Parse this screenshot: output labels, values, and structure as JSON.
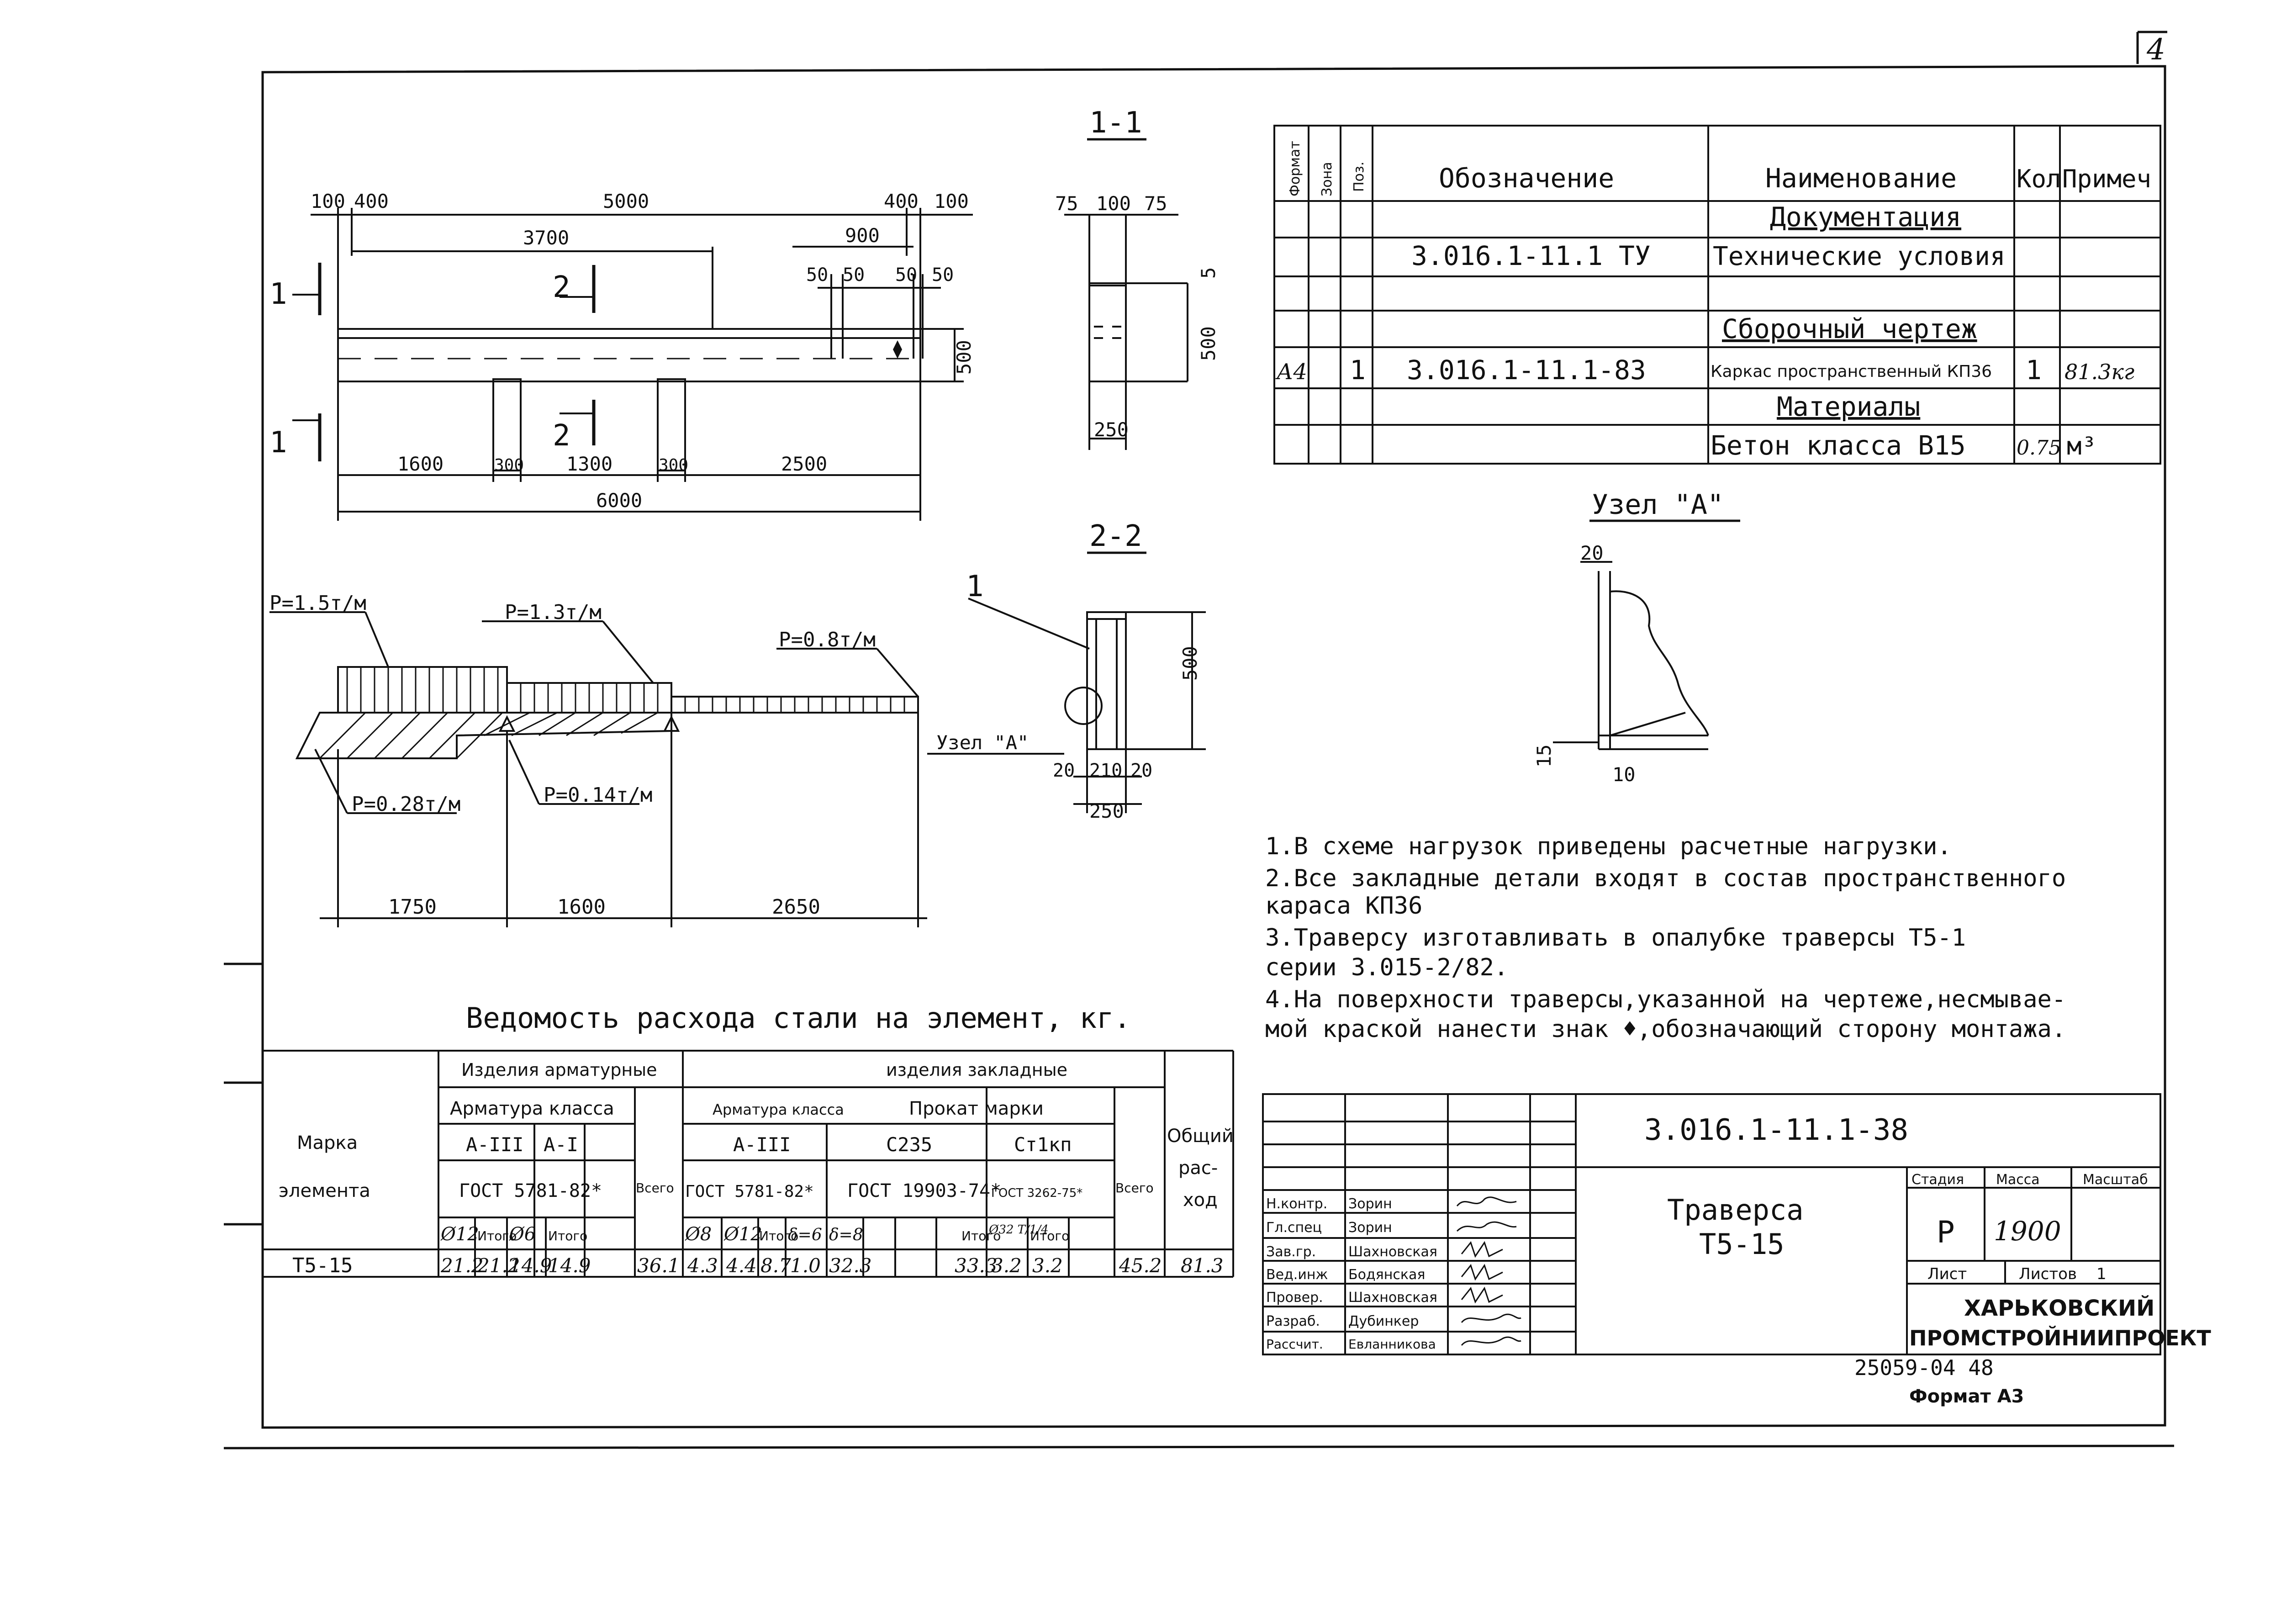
{
  "sheet_number": "4",
  "section_1_title": "1-1",
  "section_2_title": "2-2",
  "node_title": "Узел \"А\"",
  "elevation": {
    "top_dims": [
      "100",
      "400",
      "5000",
      "400",
      "100"
    ],
    "dim_3700": "3700",
    "dim_900": "900",
    "dim_50s": [
      "50",
      "50",
      "50",
      "50"
    ],
    "dim_500": "500",
    "bottom_dims": [
      "1600",
      "300",
      "1300",
      "300",
      "2500"
    ],
    "total": "6000",
    "cut_1": "1",
    "cut_2": "2"
  },
  "section_1": {
    "dims_top": [
      "75",
      "100",
      "75"
    ],
    "dim_5": "5",
    "dim_500": "500",
    "dim_250": "250"
  },
  "section_2": {
    "leader": "1",
    "dim_500": "500",
    "dims_bottom": [
      "20",
      "210",
      "20"
    ],
    "dim_250": "250",
    "node_label": "Узел \"А\""
  },
  "node_a": {
    "dim_20": "20",
    "dim_15": "15",
    "dim_10": "10"
  },
  "loads": {
    "p1": "Р=1.5т/м",
    "p2": "Р=1.3т/м",
    "p3": "Р=0.8т/м",
    "p4": "Р=0.28т/м",
    "p5": "Р=0.14т/м",
    "dims": [
      "1750",
      "1600",
      "2650"
    ]
  },
  "spec": {
    "headers": [
      "Формат",
      "Зона",
      "Поз.",
      "Обозначение",
      "Наименование",
      "Кол",
      "Примеч"
    ],
    "rows": [
      {
        "fmt": "",
        "zone": "",
        "pos": "",
        "designation": "",
        "name": "Документация",
        "qty": "",
        "note": "",
        "heading": true
      },
      {
        "fmt": "",
        "zone": "",
        "pos": "",
        "designation": "3.016.1-11.1 ТУ",
        "name": "Технические условия",
        "qty": "",
        "note": ""
      },
      {
        "fmt": "",
        "zone": "",
        "pos": "",
        "designation": "",
        "name": "",
        "qty": "",
        "note": ""
      },
      {
        "fmt": "",
        "zone": "",
        "pos": "",
        "designation": "",
        "name": "Сборочный чертеж",
        "qty": "",
        "note": "",
        "heading": true
      },
      {
        "fmt": "А4",
        "zone": "",
        "pos": "1",
        "designation": "3.016.1-11.1-83",
        "name": "Каркас пространственный КП36",
        "qty": "1",
        "note": "81.3кг"
      },
      {
        "fmt": "",
        "zone": "",
        "pos": "",
        "designation": "",
        "name": "Материалы",
        "qty": "",
        "note": "",
        "heading": true
      },
      {
        "fmt": "",
        "zone": "",
        "pos": "",
        "designation": "",
        "name": "Бетон класса В15",
        "qty": "0.75",
        "note": "м³"
      }
    ]
  },
  "notes": [
    "1.В схеме нагрузок приведены расчетные нагрузки.",
    "2.Все закладные детали входят в состав пространственного",
    "   караса КП36",
    "3.Траверсу изготавливать в опалубке траверсы Т5-1",
    "   серии 3.015-2/82.",
    "4.На поверхности траверсы,указанной на чертеже,несмывае-",
    "   мой краской нанести знак ♦,обозначающий сторону монтажа."
  ],
  "steel_table": {
    "title": "Ведомость расхода стали на элемент, кг.",
    "h_reinf": "Изделия арматурные",
    "h_embed": "изделия закладные",
    "h_mark": "Марка",
    "h_element": "элемента",
    "h_rebar_class": "Арматура класса",
    "h_rebar_class2": "Арматура класса",
    "h_rolled": "Прокат марки",
    "h_total_common": [
      "Общий",
      "рас-",
      "ход"
    ],
    "h_a3": "А-III",
    "h_a1": "А-I",
    "h_a3b": "А-III",
    "h_c235": "С235",
    "h_st1kp": "Ст1кп",
    "h_gost1": "ГОСТ 5781-82*",
    "h_gost2": "ГОСТ 5781-82*",
    "h_gost3": "ГОСТ 19903-74*",
    "h_gost4": "ГОСТ 3262-75*",
    "h_vsego": "Всего",
    "h_vsego2": "Всего",
    "sub": [
      "Ø12",
      "Итого",
      "Ø6",
      "Итого",
      "Ø8",
      "Ø12",
      "Итого",
      "δ=6",
      "δ=8",
      "Итого",
      "Ø32 Т/1/4",
      "Итого"
    ],
    "row": {
      "mark": "Т5-15",
      "vals": [
        "21.2",
        "21.2",
        "14.9",
        "14.9",
        "36.1",
        "4.3",
        "4.4",
        "8.7",
        "1.0",
        "32.3",
        "",
        "33.3",
        "3.2",
        "3.2",
        "45.2",
        "81.3"
      ]
    }
  },
  "title_block": {
    "code": "3.016.1-11.1-38",
    "name1": "Траверса",
    "name2": "Т5-15",
    "stage_h": "Стадия",
    "mass_h": "Масса",
    "scale_h": "Масштаб",
    "stage": "Р",
    "mass": "1900",
    "sheet_h": "Лист",
    "sheets_h": "Листов",
    "sheets": "1",
    "org1": "ХАРЬКОВСКИЙ",
    "org2": "ПРОМСТРОЙНИИПРОЕКТ",
    "people": [
      {
        "role": "Н.контр.",
        "name": "Зорин"
      },
      {
        "role": "Гл.спец",
        "name": "Зорин"
      },
      {
        "role": "Зав.гр.",
        "name": "Шахновская"
      },
      {
        "role": "Вед.инж",
        "name": "Бодянская"
      },
      {
        "role": "Провер.",
        "name": "Шахновская"
      },
      {
        "role": "Разраб.",
        "name": "Дубинкер"
      },
      {
        "role": "Рассчит.",
        "name": "Евланникова"
      }
    ],
    "archive": "25059-04 48",
    "format": "Формат А3"
  }
}
